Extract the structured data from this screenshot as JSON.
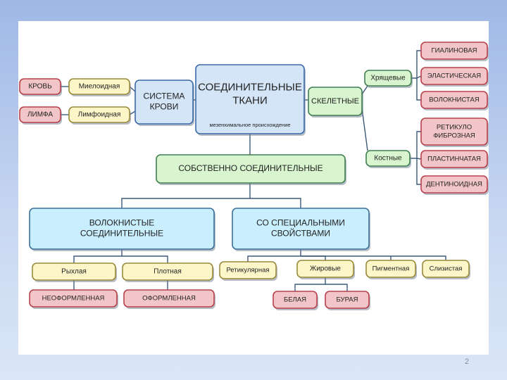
{
  "nodes": {
    "main": [
      "СОЕДИНИТЕЛЬНЫЕ",
      "ТКАНИ"
    ],
    "main_sub": "мезенхимальное происхождение",
    "blood_system": [
      "СИСТЕМА",
      "КРОВИ"
    ],
    "myeloid": "Миелоидная",
    "lymphoid": "Лимфоидная",
    "blood": "КРОВЬ",
    "lymph": "ЛИМФА",
    "skeletal": "СКЕЛЕТНЫЕ",
    "cartilage": "Хрящевые",
    "bone": "Костные",
    "hyaline": "ГИАЛИНОВАЯ",
    "elastic": "ЭЛАСТИЧЕСКАЯ",
    "fibrous": "ВОЛОКНИСТАЯ",
    "reticulofibrous": [
      "РЕТИКУЛО",
      "ФИБРОЗНАЯ"
    ],
    "lamellar": "ПЛАСТИНЧАТАЯ",
    "dentinoid": "ДЕНТИНОИДНАЯ",
    "proper": "СОБСТВЕННО СОЕДИНИТЕЛЬНЫЕ",
    "fibrous_ct": [
      "ВОЛОКНИСТЫЕ",
      "СОЕДИНИТЕЛЬНЫЕ"
    ],
    "special": [
      "СО СПЕЦИАЛЬНЫМИ",
      "СВОЙСТВАМИ"
    ],
    "loose": "Рыхлая",
    "dense": "Плотная",
    "unformed": "НЕОФОРМЛЕННАЯ",
    "formed": "ОФОРМЛЕННАЯ",
    "reticular": "Ретикулярная",
    "adipose": "Жировые",
    "pigment": "Пигментная",
    "mucous": "Слизистая",
    "white": "БЕЛАЯ",
    "brown": "БУРАЯ"
  },
  "colors": {
    "blue_fill": "#d4e5f7",
    "blue_stroke": "#3a6aa8",
    "red_fill": "#f2c6c8",
    "red_stroke": "#b8404c",
    "yellow_fill": "#fdf6c9",
    "yellow_stroke": "#9a8a3a",
    "green_fill": "#d8f5cf",
    "green_stroke": "#3f7f54",
    "cyan_fill": "#c9efff",
    "cyan_stroke": "#3c6f9a",
    "line": "#3d5a7a"
  },
  "page_number": "2"
}
